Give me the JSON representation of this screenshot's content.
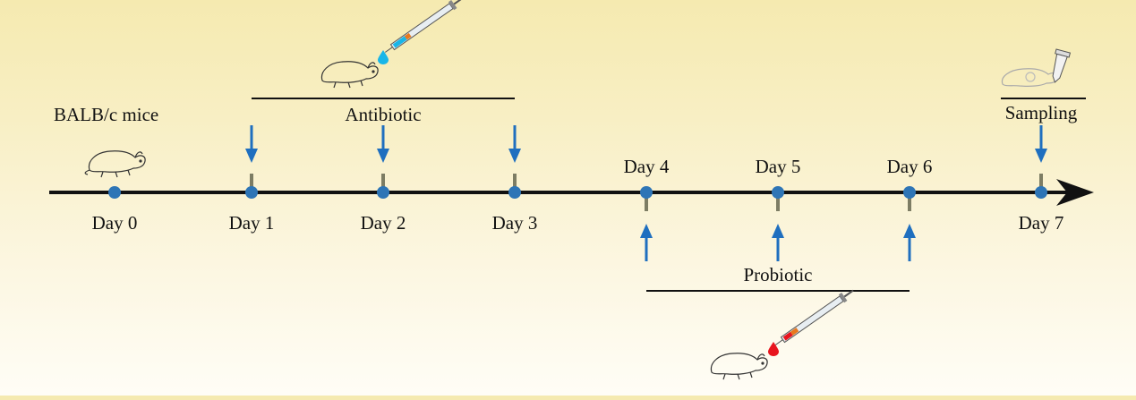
{
  "days": [
    "Day 0",
    "Day 1",
    "Day 2",
    "Day 3",
    "Day 4",
    "Day 5",
    "Day 6",
    "Day 7"
  ],
  "labels": {
    "mice": "BALB/c mice",
    "antibiotic": "Antibiotic",
    "probiotic": "Probiotic",
    "sampling": "Sampling"
  },
  "colors": {
    "timeline": "#111111",
    "node": "#2e75b6",
    "arrow": "#1f6fbf",
    "tick": "#7d7d64",
    "antibiotic_drop": "#19b6e8",
    "probiotic_drop": "#e8141e"
  },
  "icons": [
    "mouse-icon",
    "syringe-icon",
    "water-drop-icon",
    "tube-icon"
  ]
}
